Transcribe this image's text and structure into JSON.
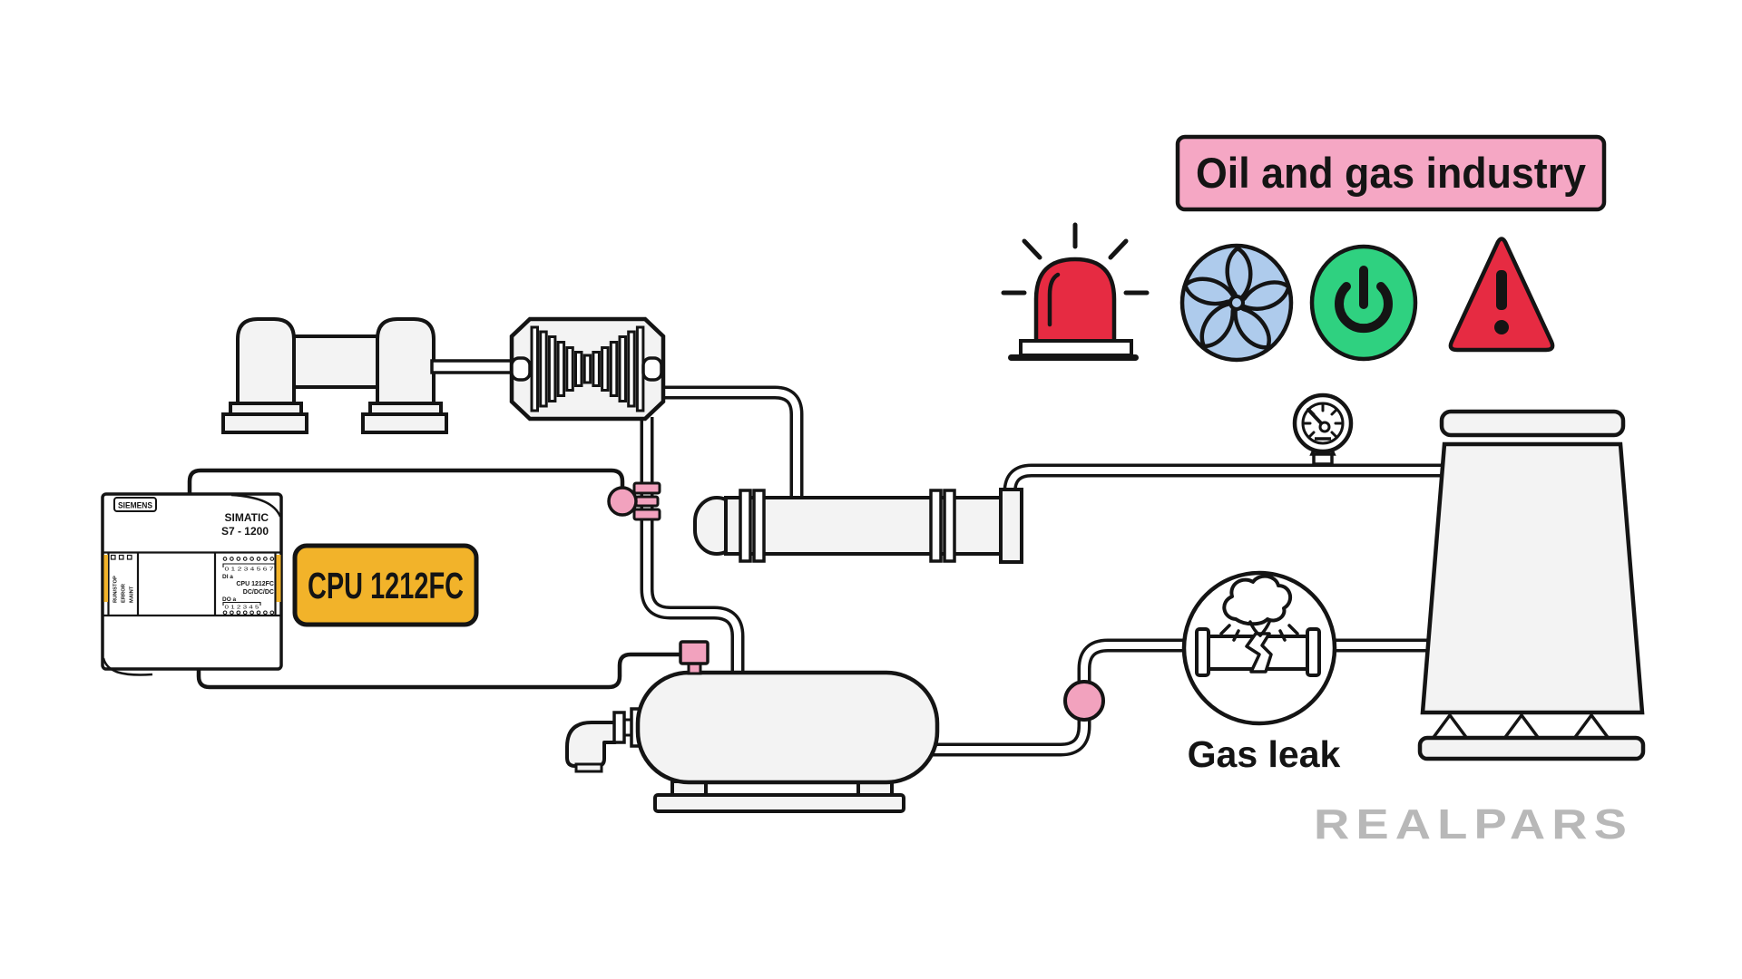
{
  "title": {
    "label": "Oil and gas industry"
  },
  "status_icons": [
    {
      "name": "alarm-siren-icon",
      "meaning": "alarm beacon"
    },
    {
      "name": "cooling-fan-icon",
      "meaning": "ventilation fan"
    },
    {
      "name": "power-icon",
      "meaning": "power on/off"
    },
    {
      "name": "warning-icon",
      "meaning": "hazard warning"
    }
  ],
  "plc": {
    "brand": "SIEMENS",
    "series": "SIMATIC",
    "model": "S7 - 1200",
    "status_leds": [
      "RUN/STOP",
      "ERROR",
      "MAINT"
    ],
    "di_label": "DI a",
    "di_channels": "0 1 2 3 4 5 6 7",
    "cpu_type": "CPU 1212FC",
    "cpu_power": "DC/DC/DC",
    "do_label": "DO a",
    "do_channels": "0 1 2 3 4 5"
  },
  "cpu_tag": {
    "label": "CPU 1212FC"
  },
  "gas_leak": {
    "label": "Gas leak"
  },
  "watermark": {
    "label": "REALPARS"
  },
  "colors": {
    "accent_pink": "#F5A7C4",
    "valve_pink": "#F2A2BE",
    "tag_yellow": "#F2B32A",
    "alarm_red": "#E62B42",
    "fan_blue": "#AECBEC",
    "power_green": "#2FD180",
    "equipment_fill": "#F3F3F3",
    "line_black": "#141414",
    "watermark_gray": "#B8B8B8"
  }
}
